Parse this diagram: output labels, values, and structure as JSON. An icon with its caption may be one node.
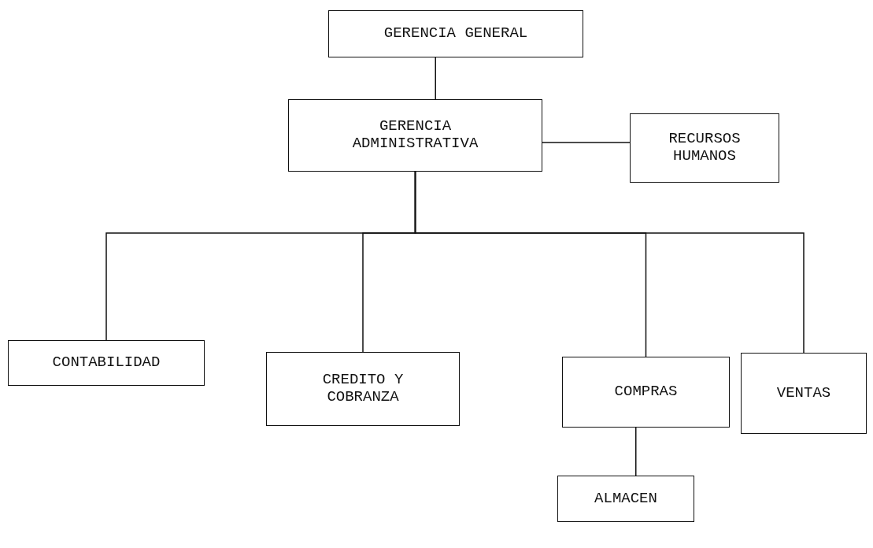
{
  "diagram": {
    "nodes": [
      {
        "text": [
          "GERENCIA GENERAL"
        ]
      },
      {
        "text": [
          "GERENCIA ADMINISTRATIVA"
        ]
      },
      {
        "text": [
          "RECURSOS HUMANOS"
        ]
      },
      {
        "text": [
          "CONTABILIDAD"
        ]
      },
      {
        "text": [
          "CREDITO Y COBRANZA"
        ]
      },
      {
        "text": [
          "COMPRAS"
        ]
      },
      {
        "text": [
          "VENTAS"
        ]
      },
      {
        "text": [
          "ALMACEN"
        ]
      }
    ],
    "edges": [
      {
        "from": 0,
        "to": 1,
        "arrow": "none"
      },
      {
        "from": 1,
        "to": 2,
        "arrow": "none"
      },
      {
        "from": 1,
        "to": 3,
        "arrow": "none"
      },
      {
        "from": 1,
        "to": 4,
        "arrow": "none"
      },
      {
        "from": 1,
        "to": 5,
        "arrow": "none"
      },
      {
        "from": 1,
        "to": 6,
        "arrow": "none"
      },
      {
        "from": 5,
        "to": 7,
        "arrow": "none"
      }
    ]
  }
}
